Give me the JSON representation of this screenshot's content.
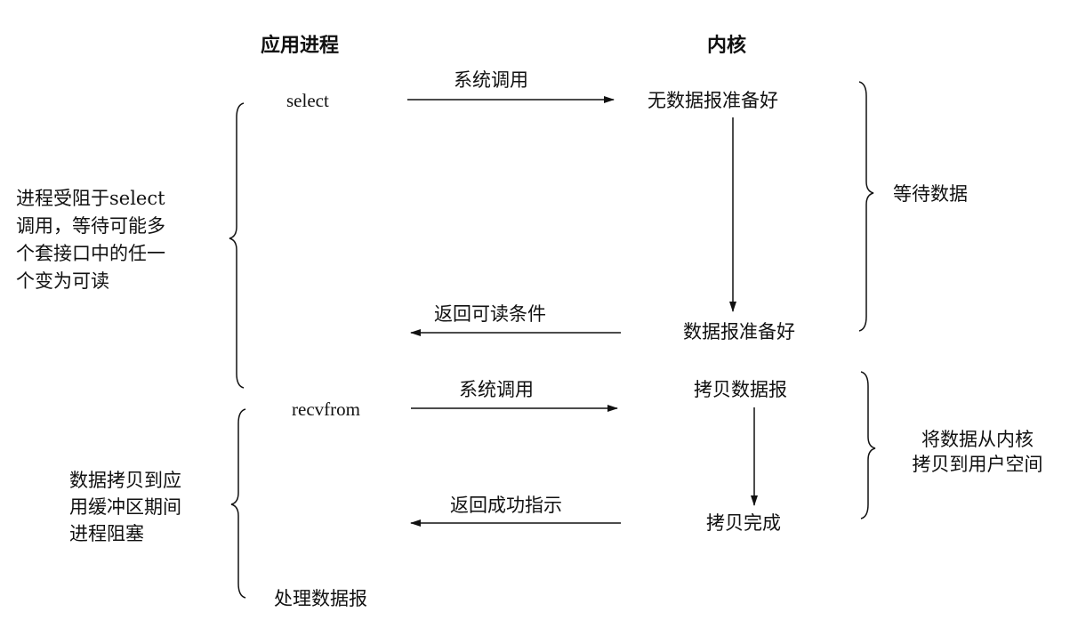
{
  "headers": {
    "process": "应用进程",
    "kernel": "内核"
  },
  "process": {
    "select": "select",
    "recvfrom": "recvfrom",
    "process_datagram": "处理数据报"
  },
  "arrows": {
    "syscall_1": "系统调用",
    "return_readable": "返回可读条件",
    "syscall_2": "系统调用",
    "return_success": "返回成功指示"
  },
  "kernel": {
    "no_datagram_ready": "无数据报准备好",
    "datagram_ready": "数据报准备好",
    "copy_datagram": "拷贝数据报",
    "copy_complete": "拷贝完成"
  },
  "annotations": {
    "blocked_in_select": [
      "进程受阻于select",
      "调用，等待可能多",
      "个套接口中的任一",
      "个变为可读"
    ],
    "blocked_in_copy": [
      "数据拷贝到应",
      "用缓冲区期间",
      "进程阻塞"
    ],
    "wait_for_data": "等待数据",
    "copy_to_user": [
      "将数据从内核",
      "拷贝到用户空间"
    ]
  }
}
